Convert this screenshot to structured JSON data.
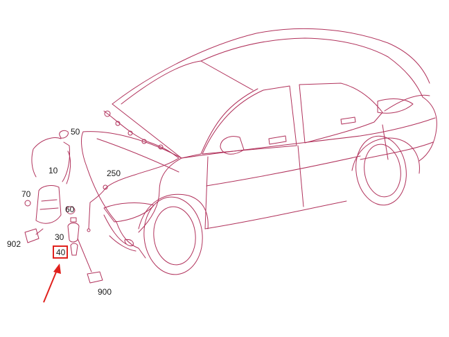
{
  "colors": {
    "line": "#b0305a",
    "label": "#1a1a1a",
    "highlight": "#e0201c",
    "arrow": "#e0201c"
  },
  "parts": {
    "p10": "10",
    "p30": "30",
    "p40": "40",
    "p50": "50",
    "p60": "60",
    "p70": "70",
    "p250": "250",
    "p900": "900",
    "p902": "902"
  },
  "highlighted_part": "40"
}
